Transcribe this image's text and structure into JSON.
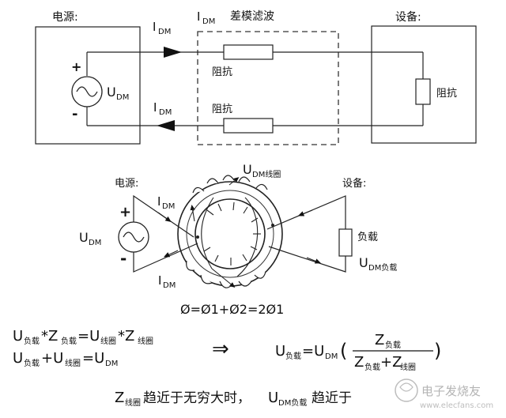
{
  "top": {
    "source_label": "电源:",
    "device_label": "设备:",
    "current_top_big": "I",
    "current_top_sub": "DM",
    "filter_current_big": "I",
    "filter_current_sub": "DM",
    "filter_label": "差模滤波",
    "impedance_top": "阻抗",
    "impedance_bottom": "阻抗",
    "device_impedance": "阻抗",
    "voltage_big": "U",
    "voltage_sub": "DM",
    "plus": "+",
    "minus": "-",
    "current_bottom_big": "I",
    "current_bottom_sub": "DM"
  },
  "middle": {
    "source_label": "电源:",
    "device_label": "设备:",
    "coil_voltage_big": "U",
    "coil_voltage_sub": "DM线圈",
    "current_top_big": "I",
    "current_top_sub": "DM",
    "current_bottom_big": "I",
    "current_bottom_sub": "DM",
    "voltage_big": "U",
    "voltage_sub": "DM",
    "plus": "+",
    "minus": "-",
    "load_label": "负载",
    "load_voltage_big": "U",
    "load_voltage_sub": "DM负载",
    "flux_equation": "Ø=Ø1+Ø2=2Ø1"
  },
  "equations": {
    "eq1_u": "U",
    "eq1_u_sub": "负载",
    "eq1_mid": "*Z",
    "eq1_z_sub": "负载",
    "eq1_eq": "=U",
    "eq1_coil_sub": "线圈",
    "eq1_star_z": "*Z",
    "eq1_coil_sub2": "线圈",
    "eq2_u": "U",
    "eq2_sub1": "负载",
    "eq2_plus_u": "+U",
    "eq2_sub2": "线圈",
    "eq2_eq": "=U",
    "eq2_sub3": "DM",
    "arrow": "⇒",
    "res_u": "U",
    "res_sub": "负载",
    "res_eq": "=U",
    "res_dm": "DM",
    "res_open": "(",
    "res_num_z": "Z",
    "res_num_sub": "负载",
    "res_den_z": "Z",
    "res_den_sub": "负载",
    "res_den_plus": "+Z",
    "res_den_sub2": "线圈",
    "res_close": ")"
  },
  "conclusion": {
    "z": "Z",
    "z_sub": "线圈",
    "text1": "趋近于无穷大时，",
    "u": "U",
    "u_sub": "DM负载",
    "text2": "趋近于"
  },
  "watermark": {
    "text": "电子发烧友",
    "url": "www.elecfans.com"
  }
}
